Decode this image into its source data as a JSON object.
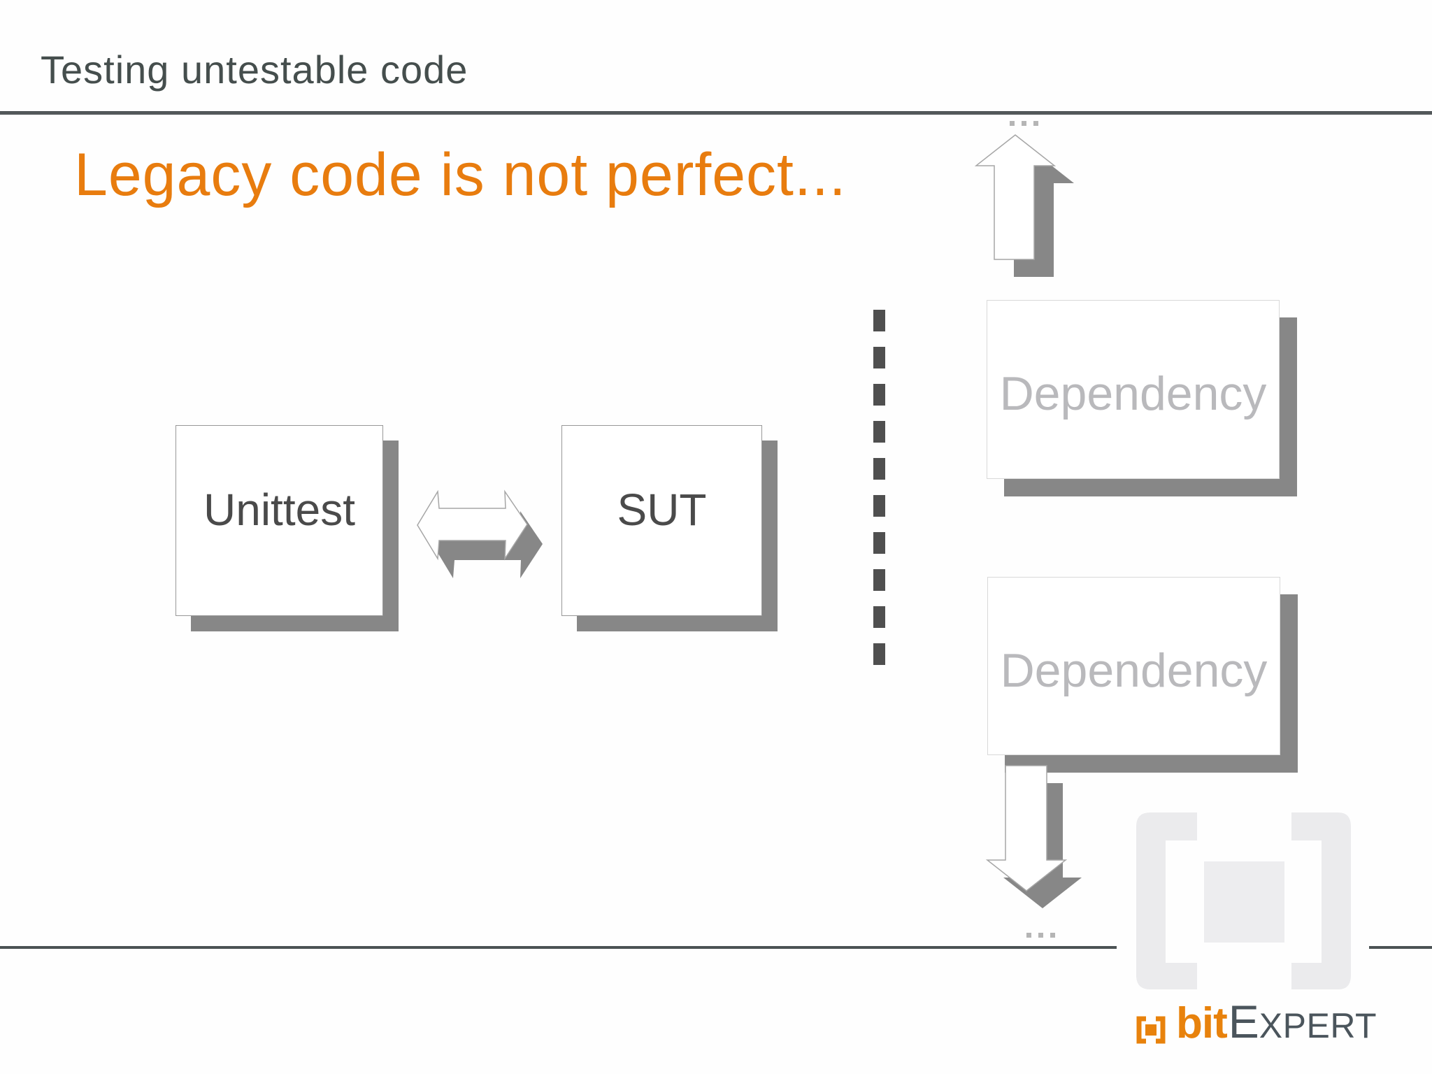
{
  "slide": {
    "title": "Testing untestable code",
    "heading": "Legacy code is not perfect...",
    "diagram": {
      "unittest_label": "Unittest",
      "sut_label": "SUT",
      "dependency_top_label": "Dependency",
      "dependency_bottom_label": "Dependency",
      "ellipsis_top": "...",
      "ellipsis_bottom": "..."
    },
    "logo": {
      "bit": "bit",
      "expert_cap": "E",
      "expert_rest": "XPERT"
    },
    "colors": {
      "accent_orange": "#e87c0e",
      "title_text": "#454e4d",
      "box_label_text": "#4a4a4a",
      "dependency_label_text": "#b9b9bc",
      "shadow_gray": "#878787",
      "rule_gray": "#54595b",
      "dash_gray": "#4f4f4f",
      "logo_slate": "#4b555c",
      "logo_orange": "#e8820c",
      "watermark_gray": "#ebebed"
    }
  }
}
